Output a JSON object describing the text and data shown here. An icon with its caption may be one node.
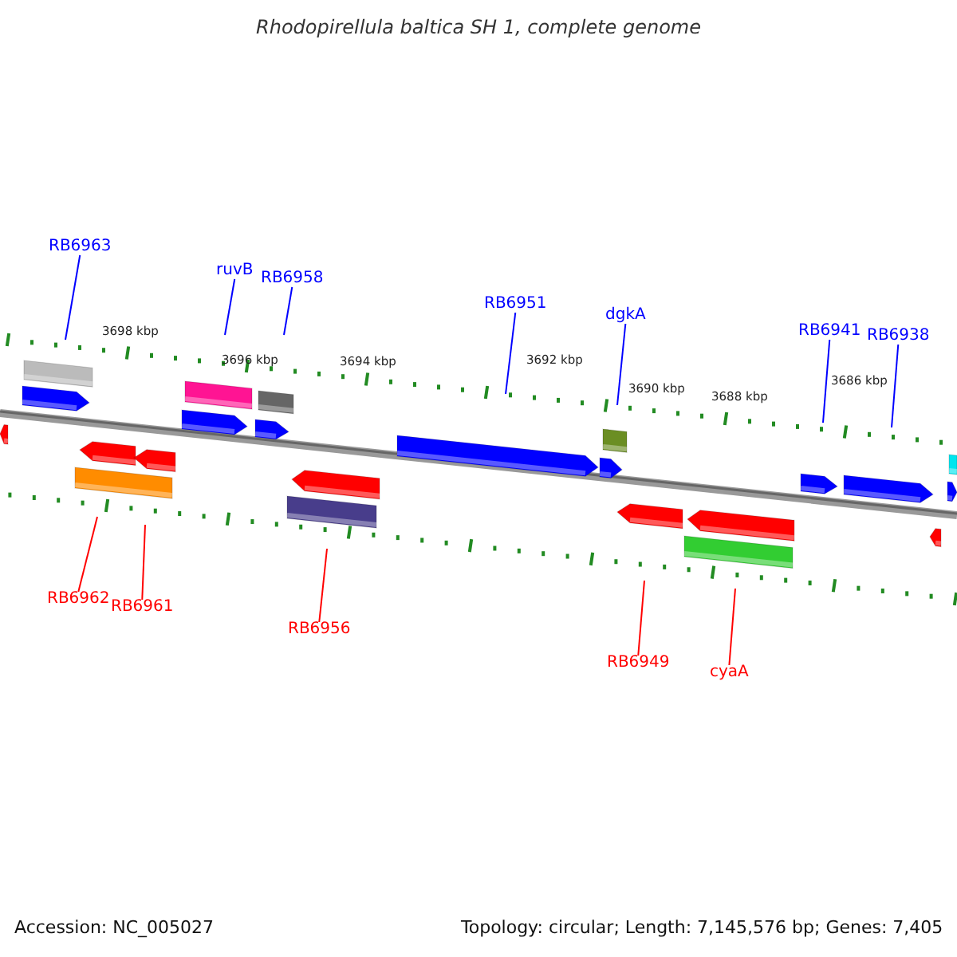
{
  "diagram": {
    "title": "Rhodopirellula baltica SH 1, complete genome",
    "nodes": [
      {
        "text": [
          "RB6963"
        ]
      },
      {
        "text": [
          "ruvB"
        ]
      },
      {
        "text": [
          "RB6958"
        ]
      },
      {
        "text": [
          "RB6951"
        ]
      },
      {
        "text": [
          "dgkA"
        ]
      },
      {
        "text": [
          "RB6941"
        ]
      },
      {
        "text": [
          "RB6938"
        ]
      },
      {
        "text": [
          "RB6962"
        ]
      },
      {
        "text": [
          "RB6961"
        ]
      },
      {
        "text": [
          "RB6956"
        ]
      },
      {
        "text": [
          "RB6949"
        ]
      },
      {
        "text": [
          "cyaA"
        ]
      }
    ],
    "edges": [
      {
        "from": 0,
        "to": null,
        "arrow": "none"
      },
      {
        "from": 1,
        "to": null,
        "arrow": "none"
      },
      {
        "from": 2,
        "to": null,
        "arrow": "none"
      },
      {
        "from": 3,
        "to": null,
        "arrow": "none"
      },
      {
        "from": 4,
        "to": null,
        "arrow": "none"
      },
      {
        "from": 5,
        "to": null,
        "arrow": "none"
      },
      {
        "from": 6,
        "to": null,
        "arrow": "none"
      },
      {
        "from": 7,
        "to": null,
        "arrow": "none",
        "color": "#ff0000"
      },
      {
        "from": 8,
        "to": null,
        "arrow": "none",
        "color": "#ff0000"
      },
      {
        "from": 9,
        "to": null,
        "arrow": "none",
        "color": "#ff0000"
      },
      {
        "from": 10,
        "to": null,
        "arrow": "none",
        "color": "#ff0000"
      },
      {
        "from": 11,
        "to": null,
        "arrow": "none",
        "color": "#ff0000"
      }
    ],
    "labels": [
      "3698 kbp",
      "3696 kbp",
      "3694 kbp",
      "3692 kbp",
      "3690 kbp",
      "3688 kbp",
      "3686 kbp",
      "Accession: NC_005027",
      "Topology: circular; Length: 7,145,576 bp; Genes: 7,405"
    ]
  }
}
